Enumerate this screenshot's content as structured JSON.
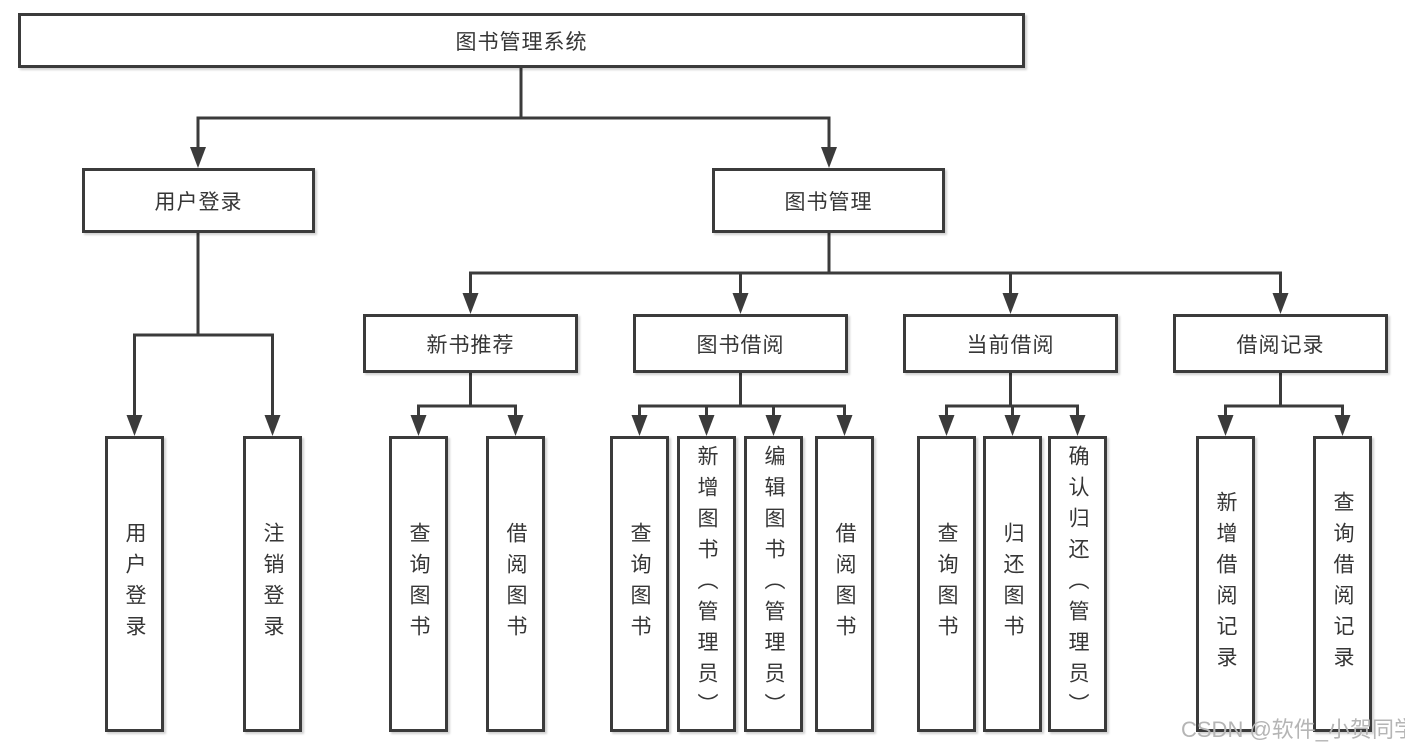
{
  "diagram": {
    "root": "图书管理系统",
    "level2": [
      "用户登录",
      "图书管理"
    ],
    "level3": [
      "新书推荐",
      "图书借阅",
      "当前借阅",
      "借阅记录"
    ],
    "leaves": {
      "user_login": [
        "用户登录",
        "注销登录"
      ],
      "new_book_recommend": [
        "查询图书",
        "借阅图书"
      ],
      "book_borrow": [
        "查询图书",
        "新增图书（管理员）",
        "编辑图书（管理员）",
        "借阅图书"
      ],
      "current_borrow": [
        "查询图书",
        "归还图书",
        "确认归还（管理员）"
      ],
      "borrow_records": [
        "新增借阅记录",
        "查询借阅记录"
      ]
    }
  },
  "watermark": "CSDN @软件_小贺同学",
  "colors": {
    "line": "#3b3b3b",
    "text": "#363636",
    "watermark": "#b5b5b5",
    "background": "#ffffff"
  }
}
